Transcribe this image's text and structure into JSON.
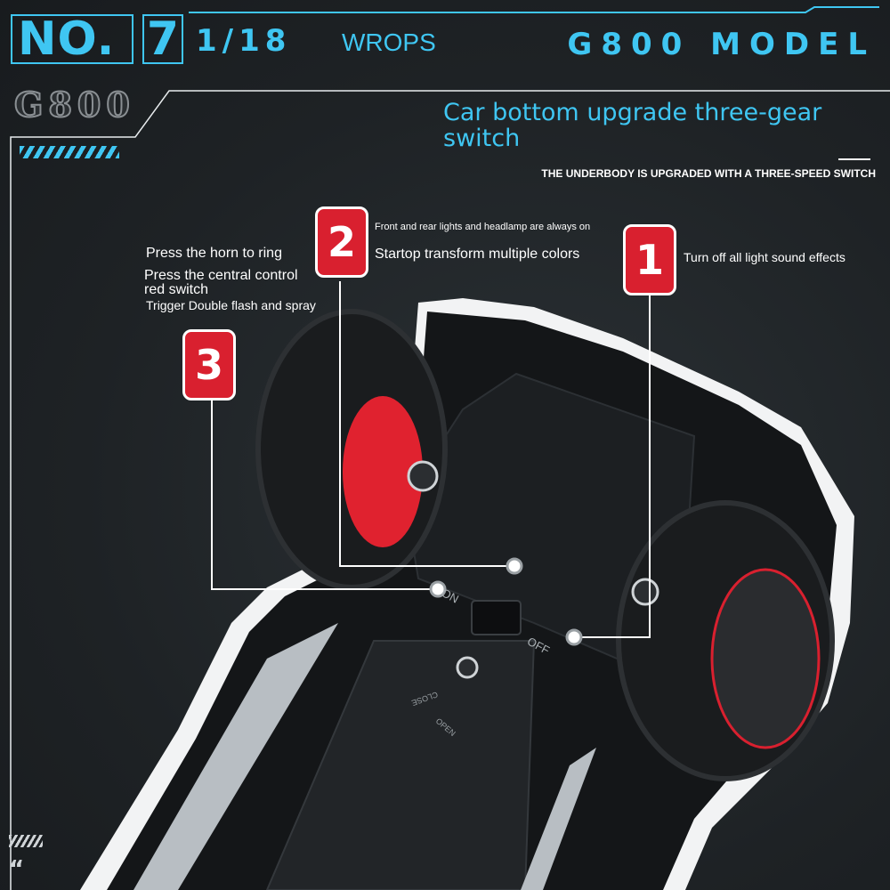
{
  "header": {
    "no_label": "NO.",
    "number": "7",
    "scale": "1/18",
    "brand": "WROPS",
    "model": "G800 MODEL",
    "logo_text": "G800"
  },
  "title": "Car bottom upgrade three-gear switch",
  "subtitle": "THE UNDERBODY IS UPGRADED WITH A THREE-SPEED SWITCH",
  "callouts": {
    "one": {
      "badge": "1",
      "text": "Turn off all light sound effects"
    },
    "two": {
      "badge": "2",
      "small_text": "Front and rear lights and headlamp are always on",
      "text": "Startop transform multiple colors"
    },
    "three": {
      "badge": "3",
      "line1": "Press the horn to ring",
      "line2": "Press the central control red switch",
      "line3": "Trigger Double flash and spray"
    }
  },
  "switch_labels": {
    "on": "ON",
    "off": "OFF"
  },
  "battery_labels": {
    "close": "CLOSE",
    "open": "OPEN"
  },
  "decor": {
    "quote": "“"
  },
  "colors": {
    "accent": "#3fc6f2",
    "badge": "#d9202f",
    "background": "#1f2326"
  }
}
